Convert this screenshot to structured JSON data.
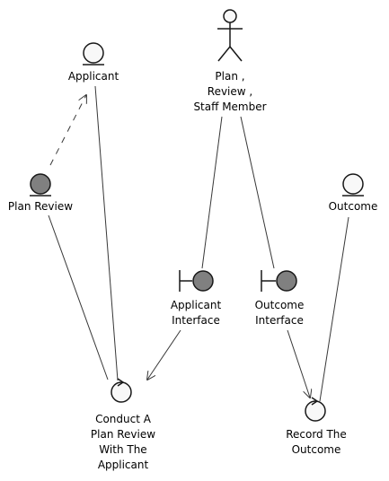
{
  "nodes": {
    "applicant": {
      "label": "Applicant"
    },
    "plan_review": {
      "label": "Plan Review"
    },
    "staff_member": {
      "label_line1": "Plan ,",
      "label_line2": "Review ,",
      "label_line3": "Staff Member"
    },
    "outcome": {
      "label": "Outcome"
    },
    "applicant_interface": {
      "label_line1": "Applicant",
      "label_line2": "Interface"
    },
    "outcome_interface": {
      "label_line1": "Outcome",
      "label_line2": "Interface"
    },
    "conduct_review": {
      "label_line1": "Conduct A",
      "label_line2": "Plan Review",
      "label_line3": "With The",
      "label_line4": "Applicant"
    },
    "record_outcome": {
      "label_line1": "Record The",
      "label_line2": "Outcome"
    }
  },
  "colors": {
    "filled_entity": "#808080",
    "hollow_entity": "#f8f8f8",
    "stroke": "#181818",
    "edge": "#383838"
  }
}
